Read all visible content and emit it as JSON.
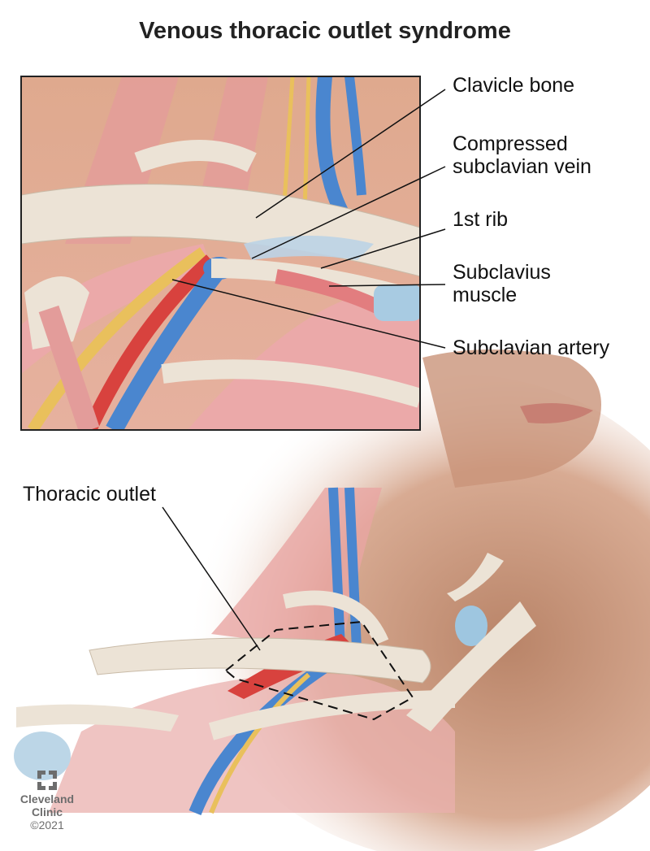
{
  "title": "Venous thoracic outlet syndrome",
  "labels": {
    "clavicle": "Clavicle bone",
    "vein_line1": "Compressed",
    "vein_line2": "subclavian vein",
    "rib": "1st rib",
    "muscle_line1": "Subclavius",
    "muscle_line2": "muscle",
    "artery": "Subclavian artery",
    "outlet": "Thoracic outlet"
  },
  "logo": {
    "name_line1": "Cleveland",
    "name_line2": "Clinic",
    "copyright": "©2021"
  },
  "colors": {
    "vein": "#4a86cf",
    "artery": "#d8423e",
    "nerve": "#e9c05c",
    "muscle": "#e9a3a3",
    "bone": "#ece3d6",
    "skin": "#d9a88c"
  }
}
